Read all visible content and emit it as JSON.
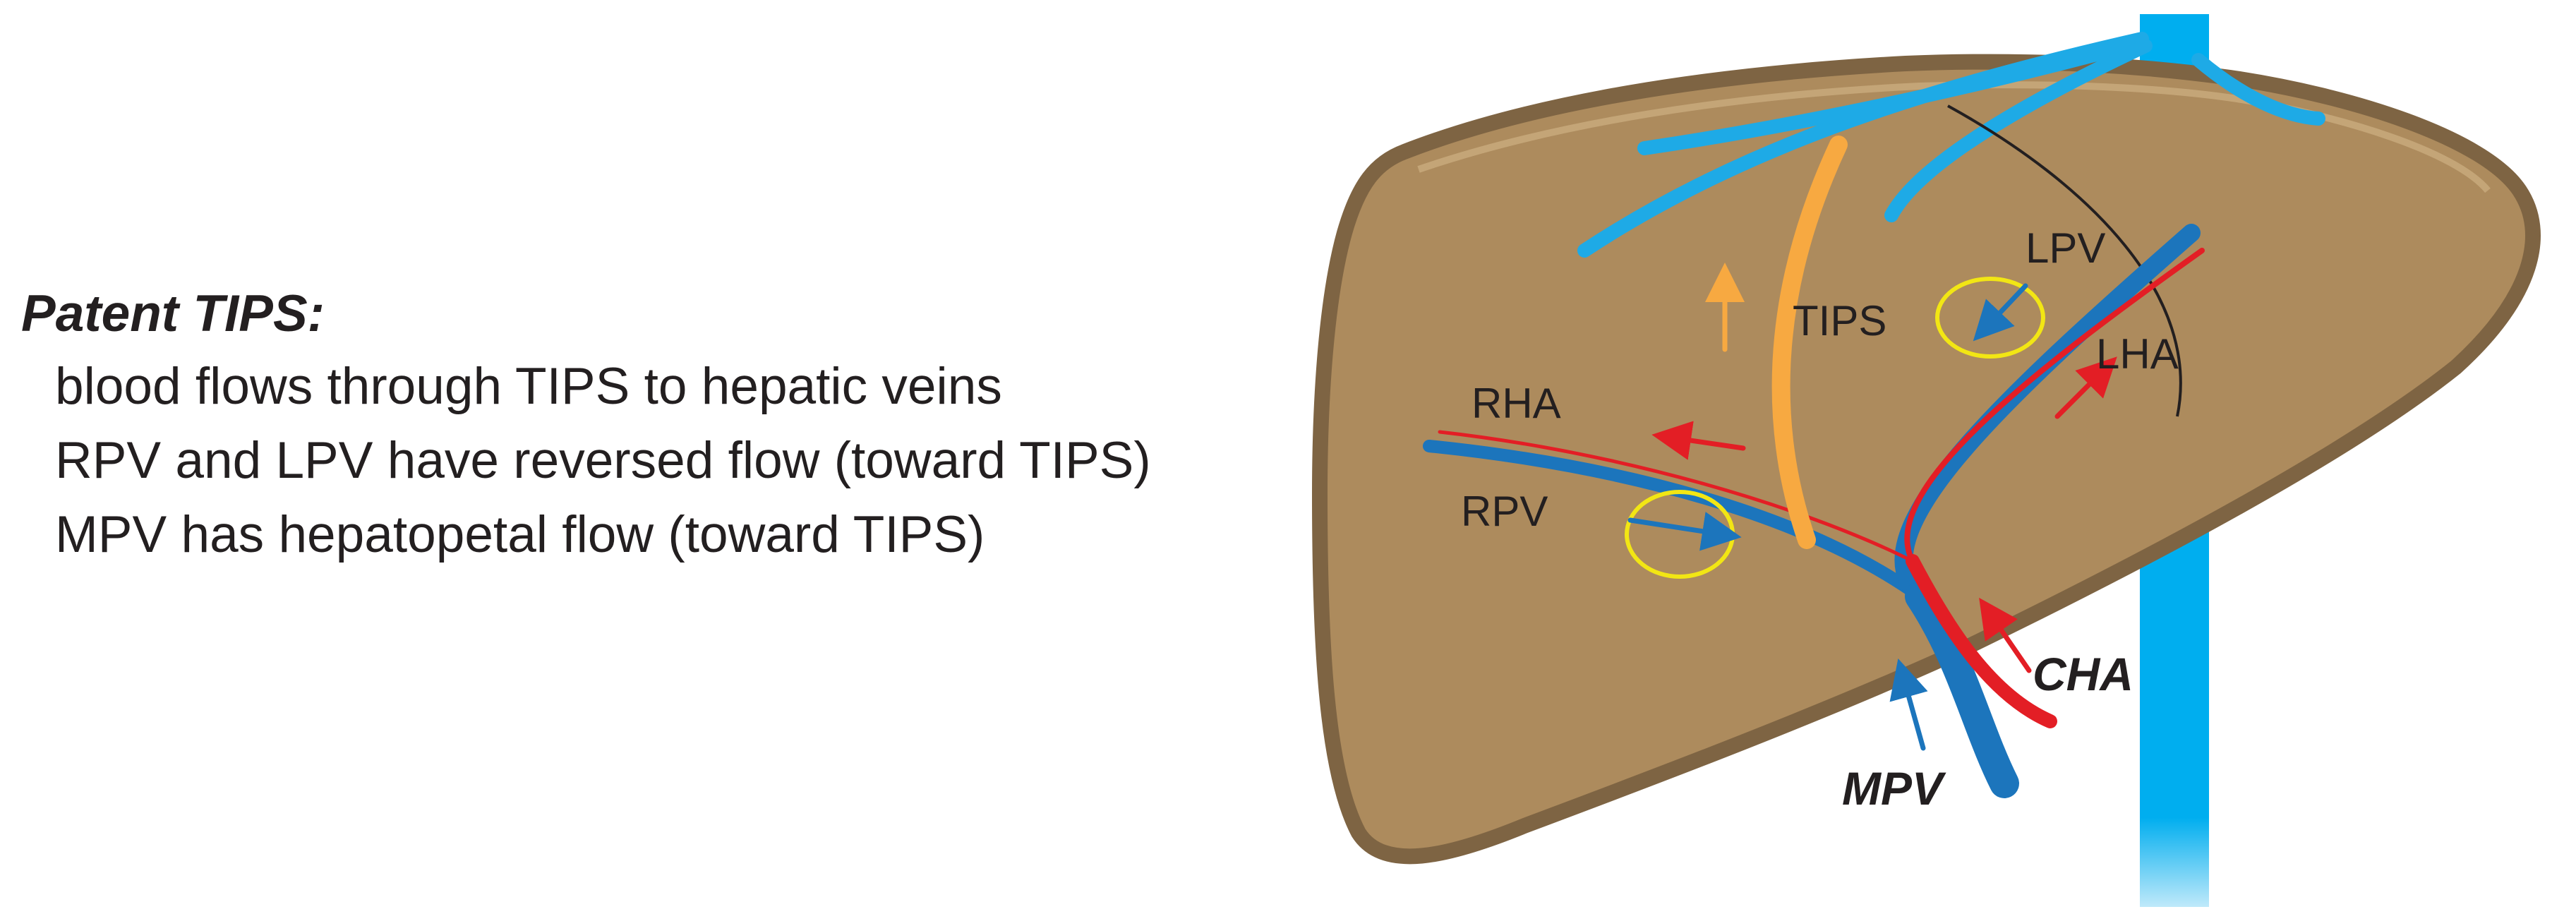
{
  "caption": {
    "title": "Patent TIPS:",
    "lines": [
      "blood flows through TIPS to hepatic veins",
      "RPV and LPV have reversed flow (toward TIPS)",
      "MPV has hepatopetal flow (toward TIPS)"
    ]
  },
  "labels": {
    "lpv": "LPV",
    "tips": "TIPS",
    "lha": "LHA",
    "rha": "RHA",
    "rpv": "RPV",
    "cha": "CHA",
    "mpv": "MPV"
  },
  "colors": {
    "liver_fill": "#ad8b5d",
    "liver_outline": "#7e6443",
    "hepatic_vein": "#1eaae6",
    "portal_vein": "#1c75bc",
    "artery": "#e31e25",
    "tips_stent": "#f7a941",
    "highlight_circle": "#f2e614",
    "text": "#231f20"
  }
}
